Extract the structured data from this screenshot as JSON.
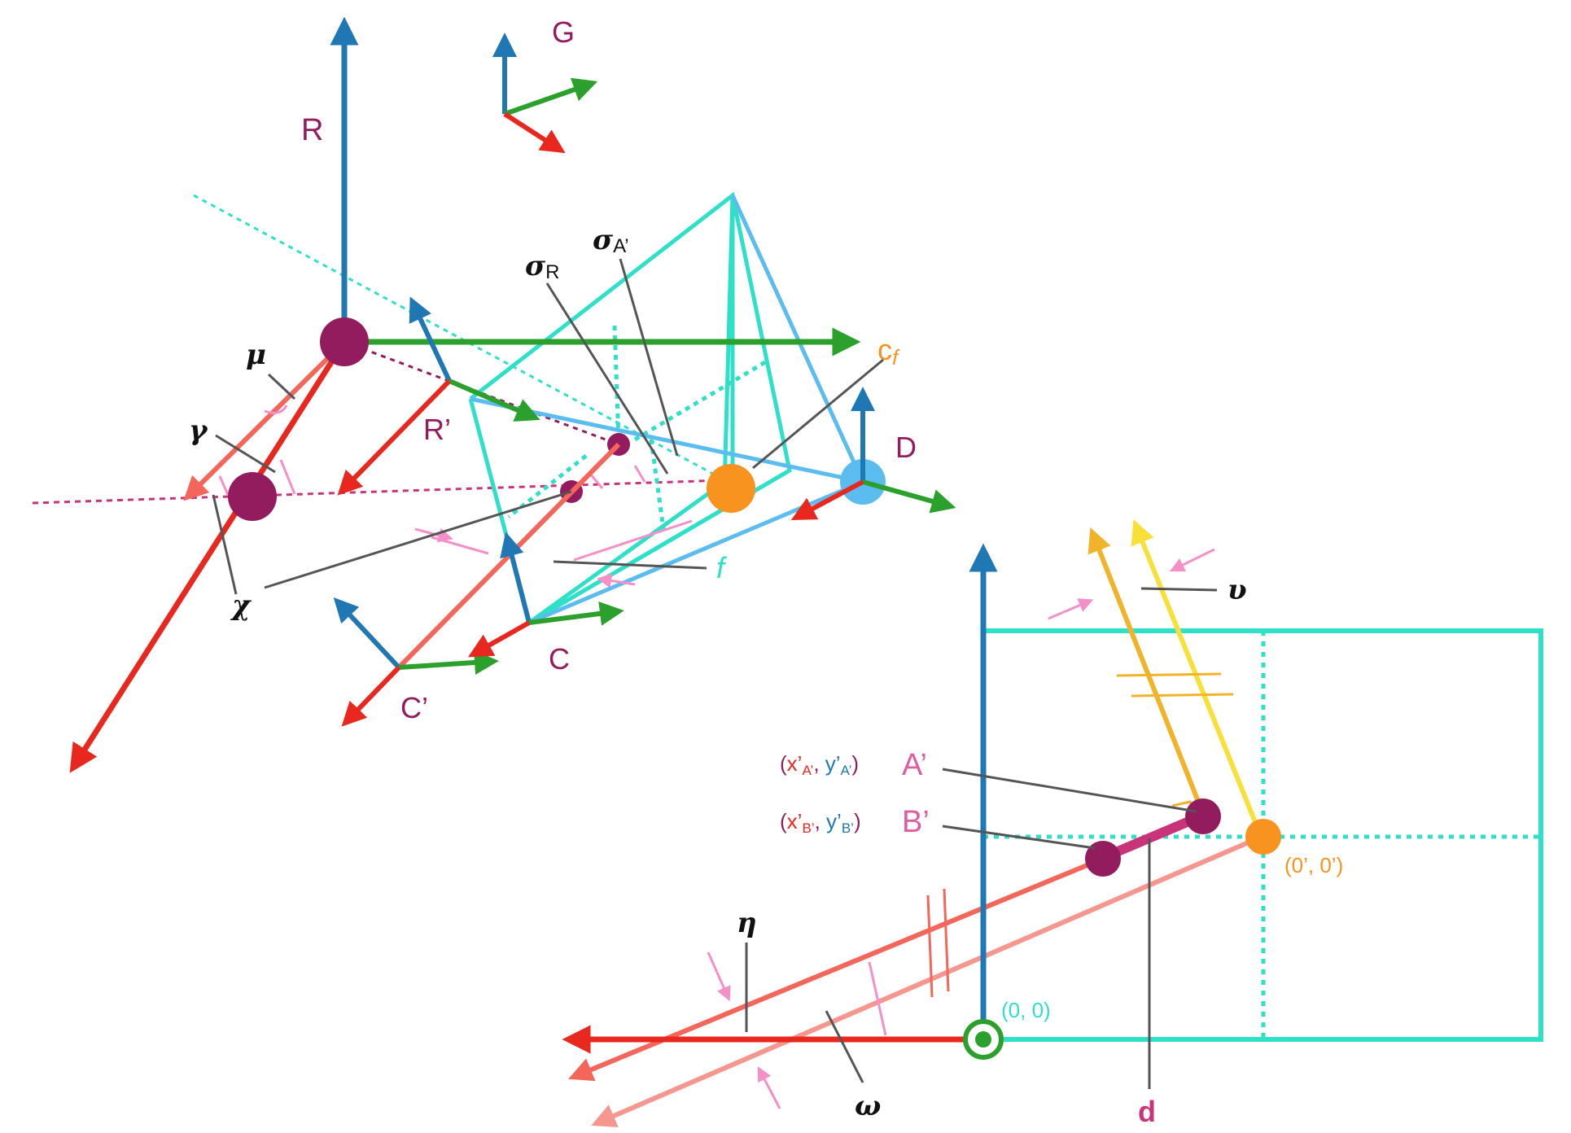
{
  "colors": {
    "blue": "#1f77b4",
    "green": "#2ca02c",
    "red": "#e8281e",
    "salmon": "#f4665a",
    "lightsalmon": "#f5968f",
    "cyan": "#2ee0c8",
    "lightblue": "#5bbcf0",
    "orange": "#f7931e",
    "yellow": "#f9df3a",
    "gold": "#f1b32a",
    "purple": "#931c5f",
    "magenta": "#c8337a",
    "pink": "#f58fc8",
    "gray": "#555555",
    "black": "#111111"
  },
  "labels": {
    "G": "G",
    "R": "R",
    "R_prime": "R’",
    "D": "D",
    "C": "C",
    "C_prime": "C’",
    "c_f_main": "c",
    "c_f_sub": "f",
    "f": "f",
    "mu": "μ",
    "gamma": "γ",
    "chi": "χ",
    "sigma": "σ",
    "sigma_R_sub": "R",
    "sigma_A_sub": "A’",
    "upsilon": "υ",
    "eta": "η",
    "omega": "ω",
    "d": "d",
    "A_prime": "A’",
    "B_prime": "B’",
    "origin": "(0, 0)",
    "origin_prime": "(0’, 0’)",
    "coordA": {
      "open": "(",
      "x": "x’",
      "xsub": "A’",
      "comma": ", ",
      "y": "y’",
      "ysub": "A’",
      "close": ")"
    },
    "coordB": {
      "open": "(",
      "x": "x’",
      "xsub": "B’",
      "comma": ", ",
      "y": "y’",
      "ysub": "B’",
      "close": ")"
    }
  },
  "icons": [
    "arrow-head-icon",
    "circle-origin-icon"
  ]
}
